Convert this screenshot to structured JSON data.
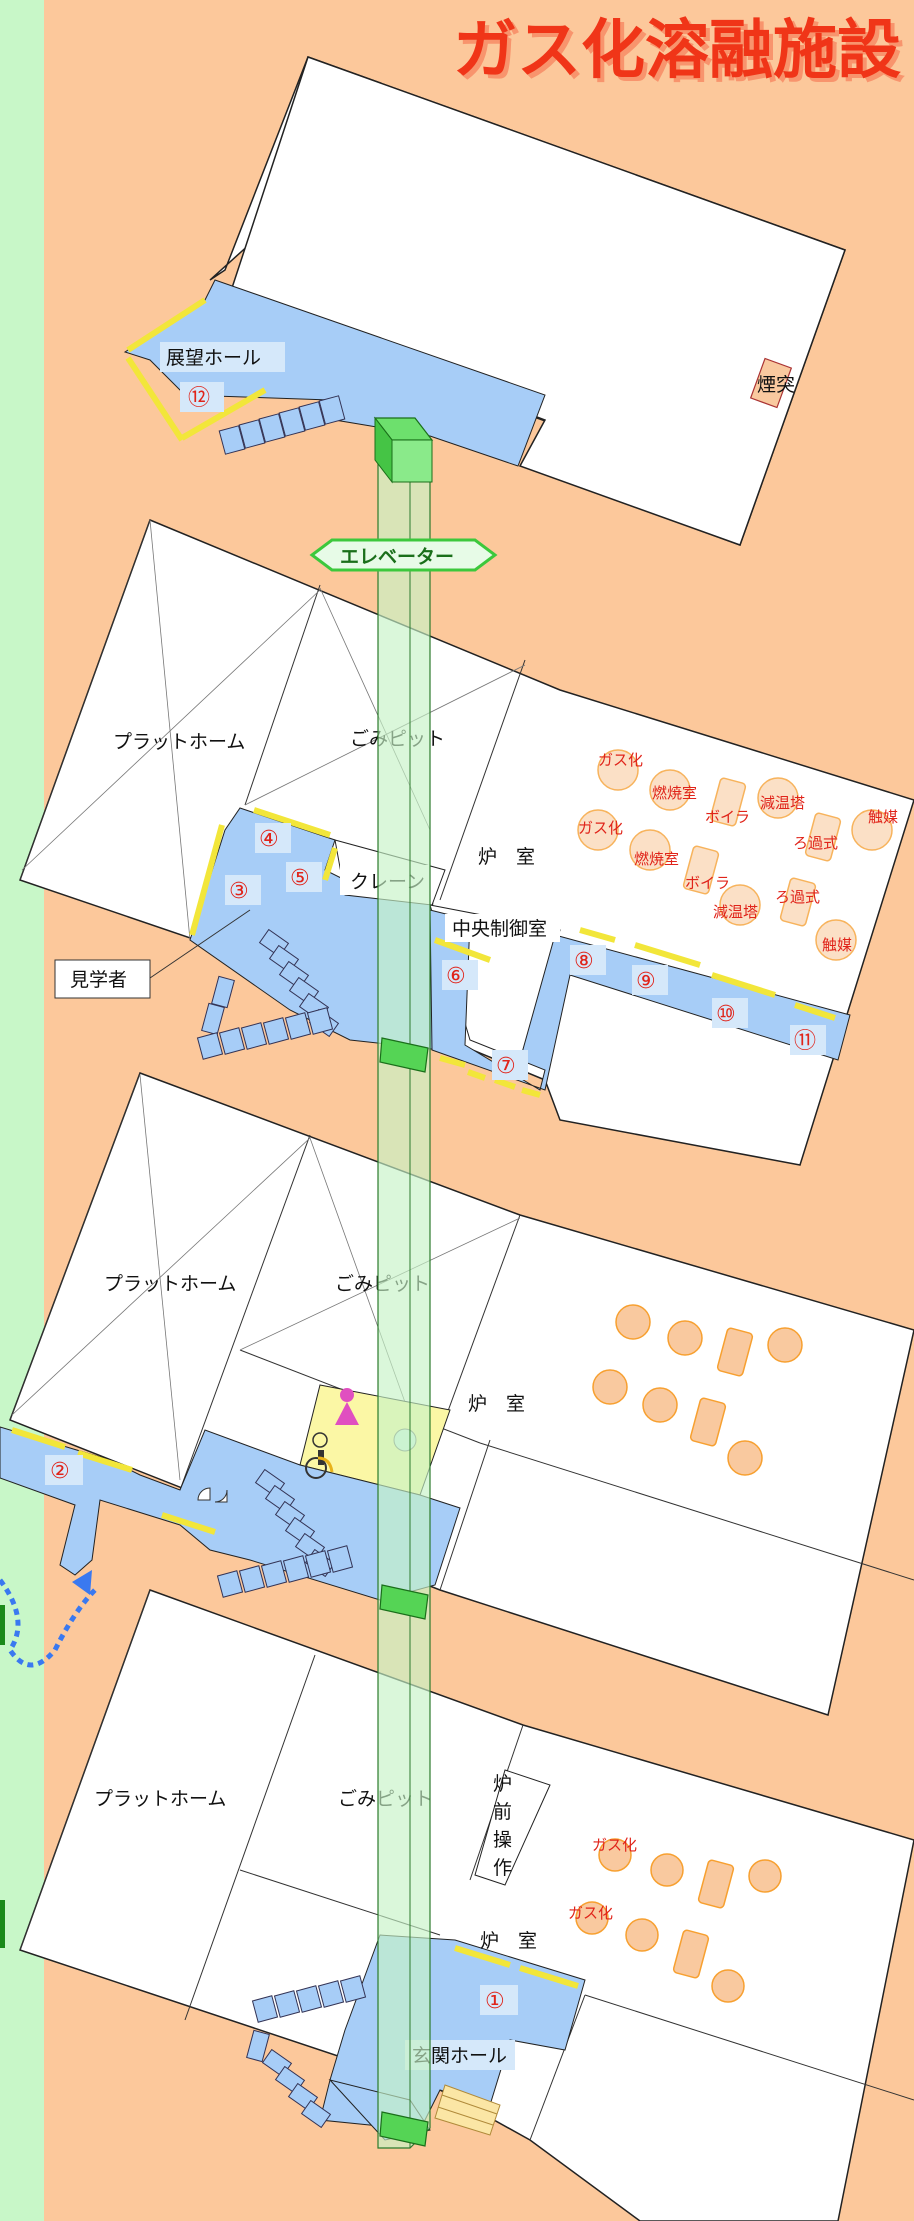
{
  "title": "ガス化溶融施設",
  "elevator_label": "エレベーター",
  "chimney_label": "煙突",
  "visitor_label": "見学者",
  "floors": {
    "top": {
      "hall_label": "展望ホール",
      "stop": "⑫"
    },
    "third": {
      "platform": "プラットホーム",
      "pit": "ごみピット",
      "crane": "クレーン",
      "furnace": "炉　室",
      "control": "中央制御室",
      "stops": [
        "③",
        "④",
        "⑤",
        "⑥",
        "⑦",
        "⑧",
        "⑨",
        "⑩",
        "⑪"
      ],
      "equipment": {
        "gasify": "ガス化",
        "combustion": "燃焼室",
        "boiler": "ボイラ",
        "cooling": "減温塔",
        "filter": "ろ過式",
        "catalyst": "触媒"
      }
    },
    "second": {
      "platform": "プラットホーム",
      "pit": "ごみピット",
      "furnace": "炉　室",
      "stop": "②"
    },
    "first": {
      "platform": "プラットホーム",
      "pit": "ごみピット",
      "furnace": "炉　室",
      "furnace_front": [
        "炉",
        "前",
        "操",
        "作"
      ],
      "entrance": "玄関ホール",
      "stop": "①",
      "equipment": {
        "gasify": "ガス化"
      }
    }
  },
  "colors": {
    "background": "#fcc89b",
    "left_strip": "#c8f7c8",
    "visitor_route": "#a7cdf7",
    "stop_number": "#e0241a",
    "window": "#f2e63a",
    "elevator": "#6de06d",
    "equipment": "#f7b35c"
  }
}
